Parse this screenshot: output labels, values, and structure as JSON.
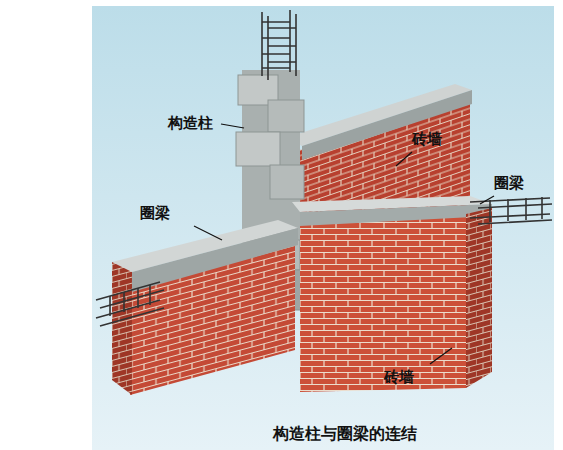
{
  "diagram": {
    "caption": "构造柱与圈梁的连结",
    "labels": [
      "构造柱",
      "砖墙",
      "圈梁",
      "圈梁",
      "砖墙"
    ]
  }
}
